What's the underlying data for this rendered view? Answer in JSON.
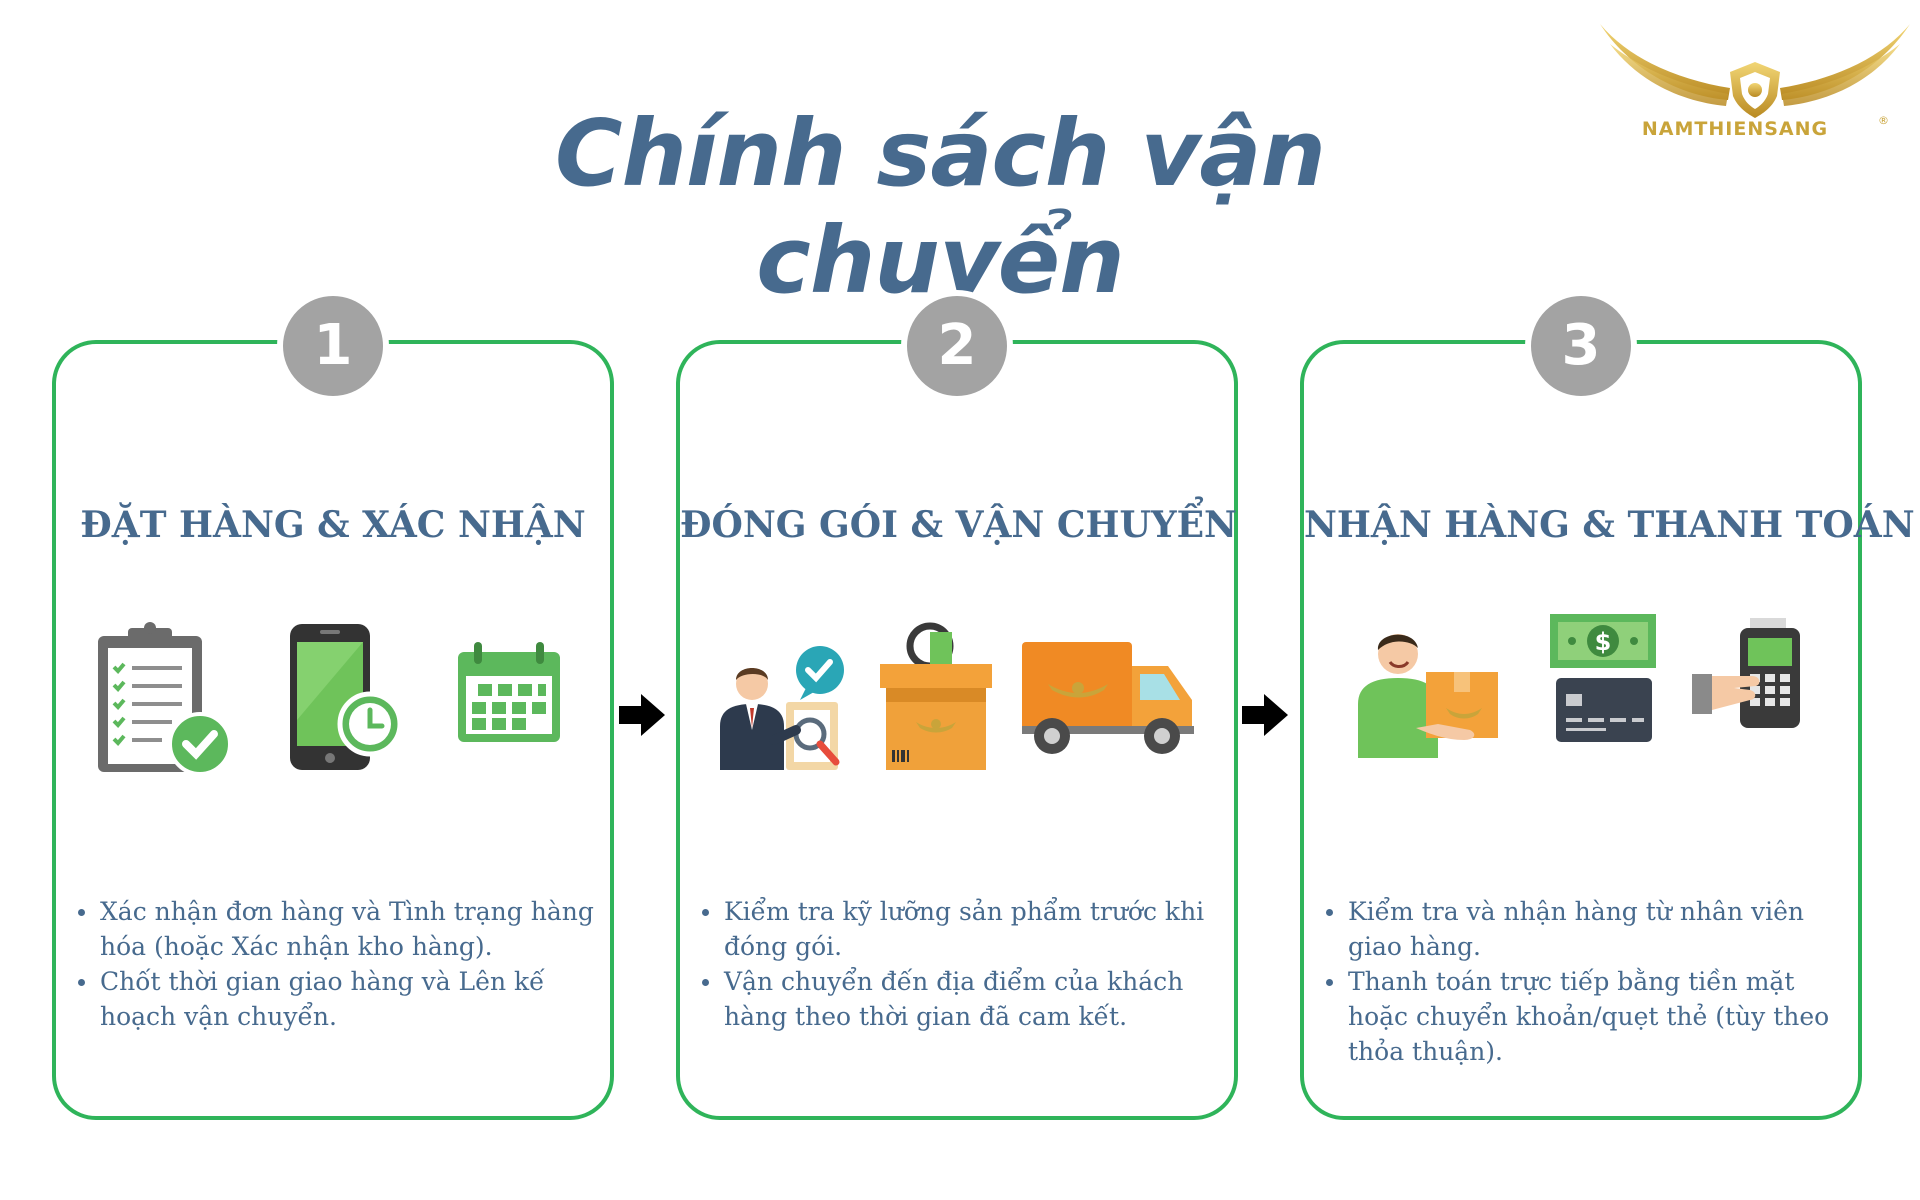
{
  "title": "Chính sách vận chuyển",
  "logo": {
    "text": "NAMTHIENSANG",
    "reg": "®",
    "primary_color": "#c9a43a"
  },
  "colors": {
    "title": "#476a8e",
    "card_border": "#2fb45a",
    "badge": "#a3a3a3",
    "icon_green": "#5cb85c",
    "icon_orange": "#f3a23a"
  },
  "steps": [
    {
      "number": "1",
      "title": "ĐẶT HÀNG & XÁC NHẬN",
      "icons": [
        "clipboard-check-icon",
        "phone-clock-icon",
        "calendar-icon"
      ],
      "bullets": [
        "Xác nhận đơn hàng và Tình trạng hàng hóa (hoặc Xác nhận kho hàng).",
        "Chốt thời gian giao hàng và Lên kế hoạch vận chuyển."
      ]
    },
    {
      "number": "2",
      "title": "ĐÓNG GÓI & VẬN CHUYỂN",
      "icons": [
        "inspector-icon",
        "package-box-icon",
        "delivery-truck-icon"
      ],
      "bullets": [
        "Kiểm tra kỹ lưỡng sản phẩm trước khi đóng gói.",
        "Vận chuyển đến địa điểm của khách hàng theo thời gian đã cam kết."
      ]
    },
    {
      "number": "3",
      "title": "NHẬN HÀNG & THANH TOÁN",
      "icons": [
        "courier-delivery-icon",
        "cash-card-icon",
        "card-terminal-icon"
      ],
      "bullets": [
        "Kiểm tra và nhận hàng từ nhân viên giao hàng.",
        "Thanh toán trực tiếp bằng tiền mặt hoặc chuyển khoản/quẹt thẻ (tùy theo thỏa thuận)."
      ]
    }
  ]
}
